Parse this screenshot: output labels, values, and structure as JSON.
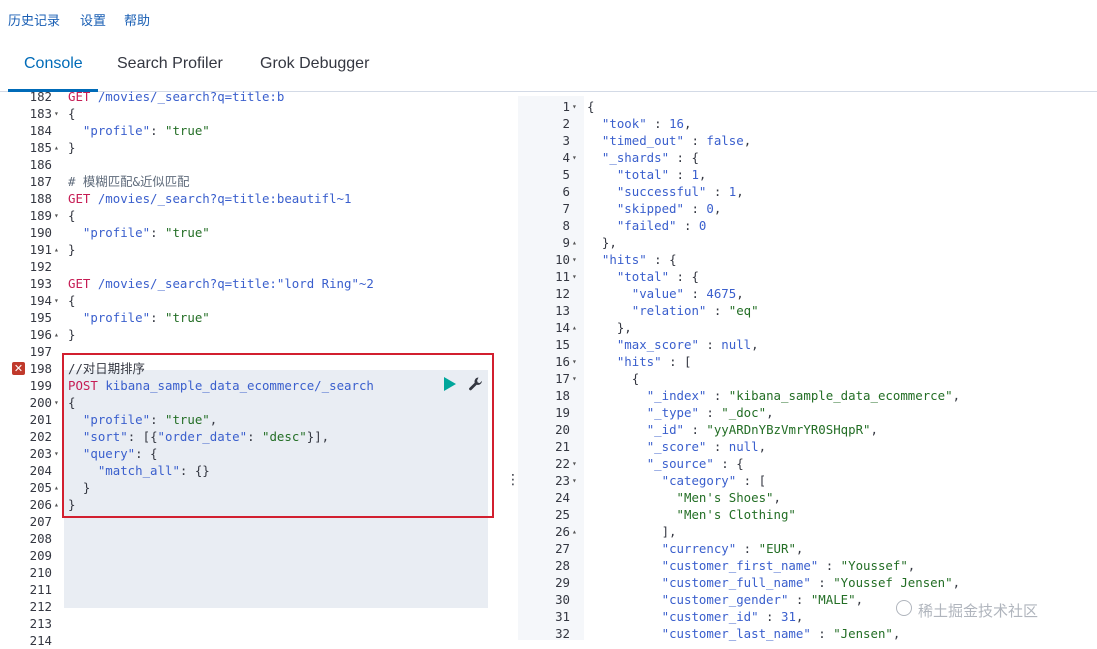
{
  "menu": {
    "history": "历史记录",
    "settings": "设置",
    "help": "帮助"
  },
  "tabs": [
    "Console",
    "Search Profiler",
    "Grok Debugger"
  ],
  "watermark": "稀土掘金技术社区",
  "icons": {
    "run": "play-icon",
    "wrench": "wrench-icon",
    "error": "error-icon"
  },
  "left_editor": {
    "lines": [
      {
        "n": "182",
        "fold": "",
        "parts": [
          [
            "k-red",
            "GET "
          ],
          [
            "k-blue",
            "/movies/_search?q=title:b"
          ]
        ]
      },
      {
        "n": "183",
        "fold": "▾",
        "parts": [
          [
            "k-pun",
            "{"
          ]
        ]
      },
      {
        "n": "184",
        "fold": "",
        "parts": [
          [
            "k-pun",
            "  "
          ],
          [
            "k-key",
            "\"profile\""
          ],
          [
            "k-pun",
            ": "
          ],
          [
            "k-str",
            "\"true\""
          ]
        ]
      },
      {
        "n": "185",
        "fold": "▴",
        "parts": [
          [
            "k-pun",
            "}"
          ]
        ]
      },
      {
        "n": "186",
        "fold": "",
        "parts": []
      },
      {
        "n": "187",
        "fold": "",
        "parts": [
          [
            "k-com",
            "# 模糊匹配&近似匹配"
          ]
        ]
      },
      {
        "n": "188",
        "fold": "",
        "parts": [
          [
            "k-red",
            "GET "
          ],
          [
            "k-blue",
            "/movies/_search?q=title:beautifl~1"
          ]
        ]
      },
      {
        "n": "189",
        "fold": "▾",
        "parts": [
          [
            "k-pun",
            "{"
          ]
        ]
      },
      {
        "n": "190",
        "fold": "",
        "parts": [
          [
            "k-pun",
            "  "
          ],
          [
            "k-key",
            "\"profile\""
          ],
          [
            "k-pun",
            ": "
          ],
          [
            "k-str",
            "\"true\""
          ]
        ]
      },
      {
        "n": "191",
        "fold": "▴",
        "parts": [
          [
            "k-pun",
            "}"
          ]
        ]
      },
      {
        "n": "192",
        "fold": "",
        "parts": []
      },
      {
        "n": "193",
        "fold": "",
        "parts": [
          [
            "k-red",
            "GET "
          ],
          [
            "k-blue",
            "/movies/_search?q=title:\"lord Ring\"~2"
          ]
        ]
      },
      {
        "n": "194",
        "fold": "▾",
        "parts": [
          [
            "k-pun",
            "{"
          ]
        ]
      },
      {
        "n": "195",
        "fold": "",
        "parts": [
          [
            "k-pun",
            "  "
          ],
          [
            "k-key",
            "\"profile\""
          ],
          [
            "k-pun",
            ": "
          ],
          [
            "k-str",
            "\"true\""
          ]
        ]
      },
      {
        "n": "196",
        "fold": "▴",
        "parts": [
          [
            "k-pun",
            "}"
          ]
        ]
      },
      {
        "n": "197",
        "fold": "",
        "parts": []
      },
      {
        "n": "198",
        "fold": "",
        "parts": [
          [
            "k-pun",
            "//对日期排序"
          ]
        ]
      },
      {
        "n": "199",
        "fold": "",
        "parts": [
          [
            "k-red",
            "POST "
          ],
          [
            "k-blue",
            "kibana_sample_data_ecommerce/_search"
          ]
        ]
      },
      {
        "n": "200",
        "fold": "▾",
        "parts": [
          [
            "k-pun",
            "{"
          ]
        ]
      },
      {
        "n": "201",
        "fold": "",
        "parts": [
          [
            "k-pun",
            "  "
          ],
          [
            "k-key",
            "\"profile\""
          ],
          [
            "k-pun",
            ": "
          ],
          [
            "k-str",
            "\"true\""
          ],
          [
            "k-pun",
            ","
          ]
        ]
      },
      {
        "n": "202",
        "fold": "",
        "parts": [
          [
            "k-pun",
            "  "
          ],
          [
            "k-key",
            "\"sort\""
          ],
          [
            "k-pun",
            ": [{"
          ],
          [
            "k-key",
            "\"order_date\""
          ],
          [
            "k-pun",
            ": "
          ],
          [
            "k-str",
            "\"desc\""
          ],
          [
            "k-pun",
            "}],"
          ]
        ]
      },
      {
        "n": "203",
        "fold": "▾",
        "parts": [
          [
            "k-pun",
            "  "
          ],
          [
            "k-key",
            "\"query\""
          ],
          [
            "k-pun",
            ": {"
          ]
        ]
      },
      {
        "n": "204",
        "fold": "",
        "parts": [
          [
            "k-pun",
            "    "
          ],
          [
            "k-key",
            "\"match_all\""
          ],
          [
            "k-pun",
            ": {}"
          ]
        ]
      },
      {
        "n": "205",
        "fold": "▴",
        "parts": [
          [
            "k-pun",
            "  }"
          ]
        ]
      },
      {
        "n": "206",
        "fold": "▴",
        "parts": [
          [
            "k-pun",
            "}"
          ]
        ]
      },
      {
        "n": "207",
        "fold": "",
        "parts": []
      },
      {
        "n": "208",
        "fold": "",
        "parts": []
      },
      {
        "n": "209",
        "fold": "",
        "parts": []
      },
      {
        "n": "210",
        "fold": "",
        "parts": []
      },
      {
        "n": "211",
        "fold": "",
        "parts": []
      },
      {
        "n": "212",
        "fold": "",
        "parts": []
      },
      {
        "n": "213",
        "fold": "",
        "parts": []
      },
      {
        "n": "214",
        "fold": "",
        "parts": []
      }
    ]
  },
  "right_editor": {
    "lines": [
      {
        "n": "1",
        "fold": "▾",
        "parts": [
          [
            "k-pun",
            "{"
          ]
        ]
      },
      {
        "n": "2",
        "fold": "",
        "parts": [
          [
            "k-pun",
            "  "
          ],
          [
            "k-key",
            "\"took\""
          ],
          [
            "k-pun",
            " : "
          ],
          [
            "k-lit",
            "16"
          ],
          [
            "k-pun",
            ","
          ]
        ]
      },
      {
        "n": "3",
        "fold": "",
        "parts": [
          [
            "k-pun",
            "  "
          ],
          [
            "k-key",
            "\"timed_out\""
          ],
          [
            "k-pun",
            " : "
          ],
          [
            "k-lit",
            "false"
          ],
          [
            "k-pun",
            ","
          ]
        ]
      },
      {
        "n": "4",
        "fold": "▾",
        "parts": [
          [
            "k-pun",
            "  "
          ],
          [
            "k-key",
            "\"_shards\""
          ],
          [
            "k-pun",
            " : {"
          ]
        ]
      },
      {
        "n": "5",
        "fold": "",
        "parts": [
          [
            "k-pun",
            "    "
          ],
          [
            "k-key",
            "\"total\""
          ],
          [
            "k-pun",
            " : "
          ],
          [
            "k-lit",
            "1"
          ],
          [
            "k-pun",
            ","
          ]
        ]
      },
      {
        "n": "6",
        "fold": "",
        "parts": [
          [
            "k-pun",
            "    "
          ],
          [
            "k-key",
            "\"successful\""
          ],
          [
            "k-pun",
            " : "
          ],
          [
            "k-lit",
            "1"
          ],
          [
            "k-pun",
            ","
          ]
        ]
      },
      {
        "n": "7",
        "fold": "",
        "parts": [
          [
            "k-pun",
            "    "
          ],
          [
            "k-key",
            "\"skipped\""
          ],
          [
            "k-pun",
            " : "
          ],
          [
            "k-lit",
            "0"
          ],
          [
            "k-pun",
            ","
          ]
        ]
      },
      {
        "n": "8",
        "fold": "",
        "parts": [
          [
            "k-pun",
            "    "
          ],
          [
            "k-key",
            "\"failed\""
          ],
          [
            "k-pun",
            " : "
          ],
          [
            "k-lit",
            "0"
          ]
        ]
      },
      {
        "n": "9",
        "fold": "▴",
        "parts": [
          [
            "k-pun",
            "  },"
          ]
        ]
      },
      {
        "n": "10",
        "fold": "▾",
        "parts": [
          [
            "k-pun",
            "  "
          ],
          [
            "k-key",
            "\"hits\""
          ],
          [
            "k-pun",
            " : {"
          ]
        ]
      },
      {
        "n": "11",
        "fold": "▾",
        "parts": [
          [
            "k-pun",
            "    "
          ],
          [
            "k-key",
            "\"total\""
          ],
          [
            "k-pun",
            " : {"
          ]
        ]
      },
      {
        "n": "12",
        "fold": "",
        "parts": [
          [
            "k-pun",
            "      "
          ],
          [
            "k-key",
            "\"value\""
          ],
          [
            "k-pun",
            " : "
          ],
          [
            "k-lit",
            "4675"
          ],
          [
            "k-pun",
            ","
          ]
        ]
      },
      {
        "n": "13",
        "fold": "",
        "parts": [
          [
            "k-pun",
            "      "
          ],
          [
            "k-key",
            "\"relation\""
          ],
          [
            "k-pun",
            " : "
          ],
          [
            "k-str",
            "\"eq\""
          ]
        ]
      },
      {
        "n": "14",
        "fold": "▴",
        "parts": [
          [
            "k-pun",
            "    },"
          ]
        ]
      },
      {
        "n": "15",
        "fold": "",
        "parts": [
          [
            "k-pun",
            "    "
          ],
          [
            "k-key",
            "\"max_score\""
          ],
          [
            "k-pun",
            " : "
          ],
          [
            "k-lit",
            "null"
          ],
          [
            "k-pun",
            ","
          ]
        ]
      },
      {
        "n": "16",
        "fold": "▾",
        "parts": [
          [
            "k-pun",
            "    "
          ],
          [
            "k-key",
            "\"hits\""
          ],
          [
            "k-pun",
            " : ["
          ]
        ]
      },
      {
        "n": "17",
        "fold": "▾",
        "parts": [
          [
            "k-pun",
            "      {"
          ]
        ]
      },
      {
        "n": "18",
        "fold": "",
        "parts": [
          [
            "k-pun",
            "        "
          ],
          [
            "k-key",
            "\"_index\""
          ],
          [
            "k-pun",
            " : "
          ],
          [
            "k-str",
            "\"kibana_sample_data_ecommerce\""
          ],
          [
            "k-pun",
            ","
          ]
        ]
      },
      {
        "n": "19",
        "fold": "",
        "parts": [
          [
            "k-pun",
            "        "
          ],
          [
            "k-key",
            "\"_type\""
          ],
          [
            "k-pun",
            " : "
          ],
          [
            "k-str",
            "\"_doc\""
          ],
          [
            "k-pun",
            ","
          ]
        ]
      },
      {
        "n": "20",
        "fold": "",
        "parts": [
          [
            "k-pun",
            "        "
          ],
          [
            "k-key",
            "\"_id\""
          ],
          [
            "k-pun",
            " : "
          ],
          [
            "k-str",
            "\"yyARDnYBzVmrYR0SHqpR\""
          ],
          [
            "k-pun",
            ","
          ]
        ]
      },
      {
        "n": "21",
        "fold": "",
        "parts": [
          [
            "k-pun",
            "        "
          ],
          [
            "k-key",
            "\"_score\""
          ],
          [
            "k-pun",
            " : "
          ],
          [
            "k-lit",
            "null"
          ],
          [
            "k-pun",
            ","
          ]
        ]
      },
      {
        "n": "22",
        "fold": "▾",
        "parts": [
          [
            "k-pun",
            "        "
          ],
          [
            "k-key",
            "\"_source\""
          ],
          [
            "k-pun",
            " : {"
          ]
        ]
      },
      {
        "n": "23",
        "fold": "▾",
        "parts": [
          [
            "k-pun",
            "          "
          ],
          [
            "k-key",
            "\"category\""
          ],
          [
            "k-pun",
            " : ["
          ]
        ]
      },
      {
        "n": "24",
        "fold": "",
        "parts": [
          [
            "k-pun",
            "            "
          ],
          [
            "k-str",
            "\"Men's Shoes\""
          ],
          [
            "k-pun",
            ","
          ]
        ]
      },
      {
        "n": "25",
        "fold": "",
        "parts": [
          [
            "k-pun",
            "            "
          ],
          [
            "k-str",
            "\"Men's Clothing\""
          ]
        ]
      },
      {
        "n": "26",
        "fold": "▴",
        "parts": [
          [
            "k-pun",
            "          ],"
          ]
        ]
      },
      {
        "n": "27",
        "fold": "",
        "parts": [
          [
            "k-pun",
            "          "
          ],
          [
            "k-key",
            "\"currency\""
          ],
          [
            "k-pun",
            " : "
          ],
          [
            "k-str",
            "\"EUR\""
          ],
          [
            "k-pun",
            ","
          ]
        ]
      },
      {
        "n": "28",
        "fold": "",
        "parts": [
          [
            "k-pun",
            "          "
          ],
          [
            "k-key",
            "\"customer_first_name\""
          ],
          [
            "k-pun",
            " : "
          ],
          [
            "k-str",
            "\"Youssef\""
          ],
          [
            "k-pun",
            ","
          ]
        ]
      },
      {
        "n": "29",
        "fold": "",
        "parts": [
          [
            "k-pun",
            "          "
          ],
          [
            "k-key",
            "\"customer_full_name\""
          ],
          [
            "k-pun",
            " : "
          ],
          [
            "k-str",
            "\"Youssef Jensen\""
          ],
          [
            "k-pun",
            ","
          ]
        ]
      },
      {
        "n": "30",
        "fold": "",
        "parts": [
          [
            "k-pun",
            "          "
          ],
          [
            "k-key",
            "\"customer_gender\""
          ],
          [
            "k-pun",
            " : "
          ],
          [
            "k-str",
            "\"MALE\""
          ],
          [
            "k-pun",
            ","
          ]
        ]
      },
      {
        "n": "31",
        "fold": "",
        "parts": [
          [
            "k-pun",
            "          "
          ],
          [
            "k-key",
            "\"customer_id\""
          ],
          [
            "k-pun",
            " : "
          ],
          [
            "k-lit",
            "31"
          ],
          [
            "k-pun",
            ","
          ]
        ]
      },
      {
        "n": "32",
        "fold": "",
        "parts": [
          [
            "k-pun",
            "          "
          ],
          [
            "k-key",
            "\"customer_last_name\""
          ],
          [
            "k-pun",
            " : "
          ],
          [
            "k-str",
            "\"Jensen\""
          ],
          [
            "k-pun",
            ","
          ]
        ]
      }
    ]
  }
}
